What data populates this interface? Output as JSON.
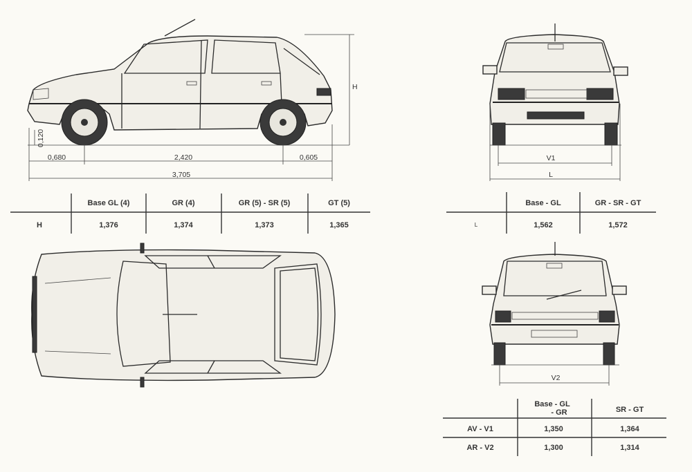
{
  "side_view": {
    "dimensions": {
      "front_overhang": "0,680",
      "wheelbase": "2,420",
      "rear_overhang": "0,605",
      "overall_length": "3,705",
      "ground_clearance": "0,120",
      "height_label": "H"
    }
  },
  "front_view": {
    "track_label": "V1",
    "width_label": "L"
  },
  "rear_view": {
    "track_label": "V2"
  },
  "height_table": {
    "row_label": "H",
    "headers": [
      "Base GL (4)",
      "GR (4)",
      "GR (5) - SR (5)",
      "GT (5)"
    ],
    "values": [
      "1,376",
      "1,374",
      "1,373",
      "1,365"
    ]
  },
  "width_table": {
    "row_label": "L",
    "headers": [
      "Base - GL",
      "GR - SR - GT"
    ],
    "values": [
      "1,562",
      "1,572"
    ]
  },
  "track_table": {
    "headers": [
      [
        "Base - GL",
        "- GR"
      ],
      "SR - GT"
    ],
    "rows": [
      {
        "label": "AV - V1",
        "values": [
          "1,350",
          "1,364"
        ]
      },
      {
        "label": "AR - V2",
        "values": [
          "1,300",
          "1,314"
        ]
      }
    ]
  }
}
